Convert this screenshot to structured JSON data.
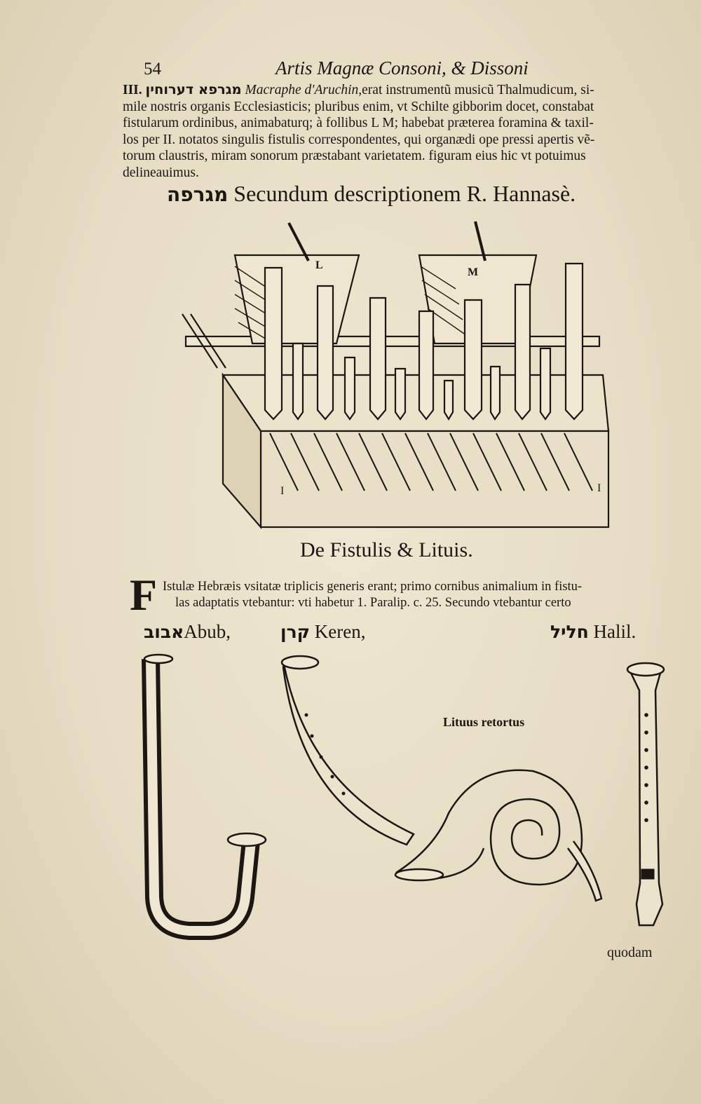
{
  "header": {
    "page_number": "54",
    "running_title": "Artis Magnæ Consoni, & Dissoni"
  },
  "paragraph1": {
    "numeral": "III.",
    "hebrew_term": "מגרפא דערוחין",
    "latin_term": "Macraphe d'Aruchin,",
    "lines": [
      "erat instrumentũ musicũ Thalmudicum, si-",
      "mile nostris organis Ecclesiasticis; pluribus enim, vt Schilte gibborim docet, constabat",
      "fistularum ordinibus, animabaturq; à follibus L M; habebat præterea foramina & taxil-",
      "los per II. notatos singulis fistulis correspondentes, qui organædi ope pressi apertis vẽ-",
      "torum claustris, miram sonorum præstabant varietatem. figuram eius hic vt potuimus",
      "delineauimus."
    ]
  },
  "figure1": {
    "caption_hebrew": "מגרפה",
    "caption": "Secundum descriptionem R. Hannasè.",
    "label_left_bellows": "L",
    "label_right_bellows": "M",
    "label_keys_left": "I",
    "label_keys_right": "I"
  },
  "section": {
    "heading": "De Fistulis & Lituis."
  },
  "paragraph2": {
    "dropcap": "F",
    "line1": "Istulæ Hebræis vsitatæ triplicis generis erant; primo cornibus animalium in fistu-",
    "line2": "las adaptatis vtebantur: vti habetur 1. Paralip. c. 25. Secundo vtebantur certo"
  },
  "instruments": [
    {
      "hebrew": "אבוב",
      "latin": "Abub,"
    },
    {
      "hebrew": "קרן",
      "latin": "Keren,"
    },
    {
      "hebrew": "חליל",
      "latin": "Halil."
    }
  ],
  "figure2": {
    "label_lituus": "Lituus retortus"
  },
  "footer": {
    "catchword": "quodam"
  },
  "colors": {
    "paper": "#e9e0c9",
    "ink": "#1c1712"
  }
}
